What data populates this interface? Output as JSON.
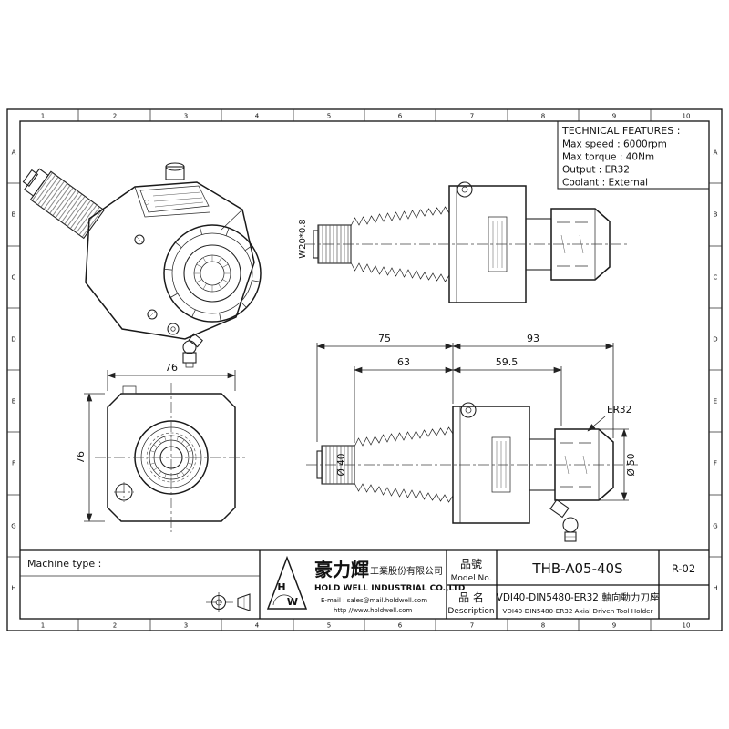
{
  "sheet": {
    "border_numbers": [
      "1",
      "2",
      "3",
      "4",
      "5",
      "6",
      "7",
      "8",
      "9",
      "10"
    ],
    "border_letters": [
      "A",
      "B",
      "C",
      "D",
      "E",
      "F",
      "G",
      "H"
    ]
  },
  "technical_features": {
    "title": "TECHNICAL FEATURES :",
    "lines": [
      "Max speed : 6000rpm",
      "Max torque : 40Nm",
      "Output : ER32",
      "Coolant : External"
    ]
  },
  "dimensions": {
    "front_width": "76",
    "front_height": "76",
    "length_left": "75",
    "length_right": "93",
    "length_inner_left": "63",
    "length_inner_right": "59.5",
    "shaft_diameter": "Ø 40",
    "nut_diameter": "Ø 50",
    "collet_label": "ER32",
    "thread_label": "W20*0.8"
  },
  "title_block": {
    "machine_type_label": "Machine type :",
    "logo_top": "H",
    "logo_bottom": "W",
    "company_cn_bold": "豪力輝",
    "company_cn_rest": "工業股份有限公司",
    "company_en": "HOLD WELL INDUSTRIAL CO.,LTD",
    "email": "E-mail : sales@mail.holdwell.com",
    "website": "http //www.holdwell.com",
    "model_label_cn": "品號",
    "model_label_en": "Model No.",
    "model_value": "THB-A05-40S",
    "revision": "R-02",
    "desc_label_cn": "品 名",
    "desc_label_en": "Description",
    "desc_cn": "VDI40-DIN5480-ER32 軸向動力刀座",
    "desc_en": "VDI40-DIN5480-ER32 Axial Driven Tool Holder"
  }
}
